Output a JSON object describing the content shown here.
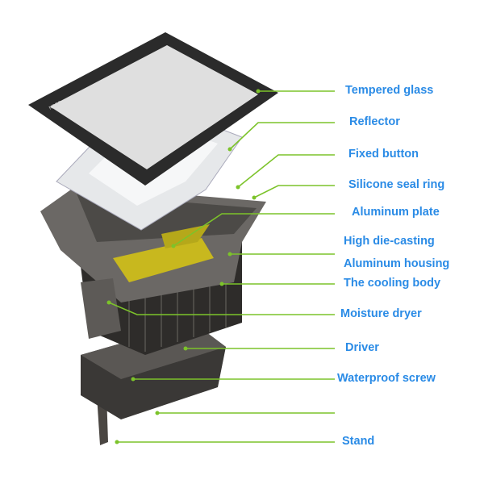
{
  "logo_text": "NPSG",
  "colors": {
    "label": "#2a8be6",
    "leader": "#7cc32a"
  },
  "labels": [
    {
      "id": "tempered-glass",
      "text": "Tempered glass"
    },
    {
      "id": "reflector",
      "text": "Reflector"
    },
    {
      "id": "fixed-button",
      "text": "Fixed button"
    },
    {
      "id": "silicone-seal-ring",
      "text": "Silicone seal ring"
    },
    {
      "id": "aluminum-plate",
      "text": "Aluminum plate"
    },
    {
      "id": "high-die-casting",
      "text": "High die-casting"
    },
    {
      "id": "aluminum-housing",
      "text": "Aluminum housing"
    },
    {
      "id": "cooling-body",
      "text": "The cooling body"
    },
    {
      "id": "moisture-dryer",
      "text": "Moisture dryer"
    },
    {
      "id": "driver",
      "text": "Driver"
    },
    {
      "id": "waterproof-screw",
      "text": "Waterproof screw"
    },
    {
      "id": "stand",
      "text": "Stand"
    }
  ]
}
